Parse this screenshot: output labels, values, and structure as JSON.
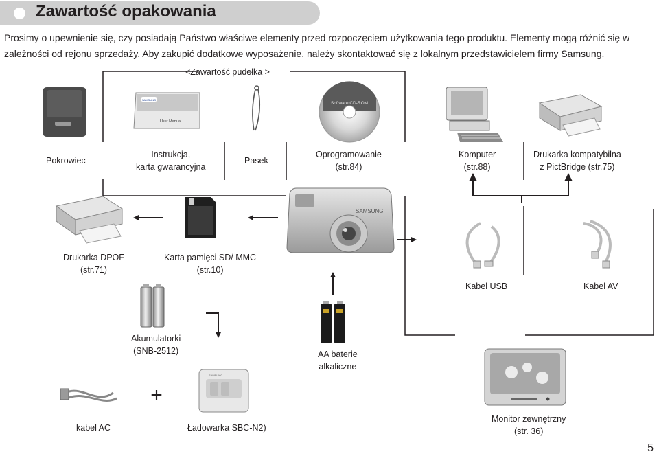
{
  "header": {
    "title": "Zawartość opakowania"
  },
  "intro": {
    "text": "Prosimy o upewnienie się, czy posiadają Państwo właściwe elementy przed  rozpoczęciem użytkowania tego produktu. Elementy mogą różnić się w zależności od rejonu sprzedaży. Aby zakupić dodatkowe wyposażenie, należy skontaktować się z lokalnym przedstawicielem firmy Samsung."
  },
  "box_contents": {
    "heading": "<Zawartość pudełka >",
    "items": [
      {
        "line1": "Pokrowiec",
        "line2": ""
      },
      {
        "line1": "Instrukcja,",
        "line2": "karta gwarancyjna"
      },
      {
        "line1": "Pasek",
        "line2": ""
      },
      {
        "line1": "Oprogramowanie",
        "line2": "(str.84)"
      },
      {
        "line1": "Komputer",
        "line2": "(str.88)"
      },
      {
        "line1": "Drukarka kompatybilna",
        "line2": "z PictBridge (str.75)"
      }
    ],
    "manual_brand": "SAMSUNG",
    "manual_text": "User Manual",
    "cd_text": "Software CD-ROM",
    "camera_brand": "SAMSUNG"
  },
  "accessories": {
    "dpof_printer": {
      "line1": "Drukarka DPOF",
      "line2": "(str.71)"
    },
    "sd_card": {
      "line1": "Karta pamięci SD/ MMC",
      "line2": "(str.10)"
    },
    "usb_cable": {
      "line1": "Kabel USB"
    },
    "av_cable": {
      "line1": "Kabel AV"
    },
    "rechargeable": {
      "line1": "Akumulatorki",
      "line2": "(SNB-2512)"
    },
    "aa_batteries": {
      "line1": "AA baterie",
      "line2": "alkaliczne"
    },
    "ac_cable": {
      "line1": "kabel AC"
    },
    "charger": {
      "line1": "Ładowarka SBC-N2)",
      "brand": "SAMSUNG"
    },
    "monitor": {
      "line1": "Monitor zewnętrzny",
      "line2": "(str. 36)"
    },
    "plus_sign": "+"
  },
  "footer": {
    "page_number": "5"
  }
}
